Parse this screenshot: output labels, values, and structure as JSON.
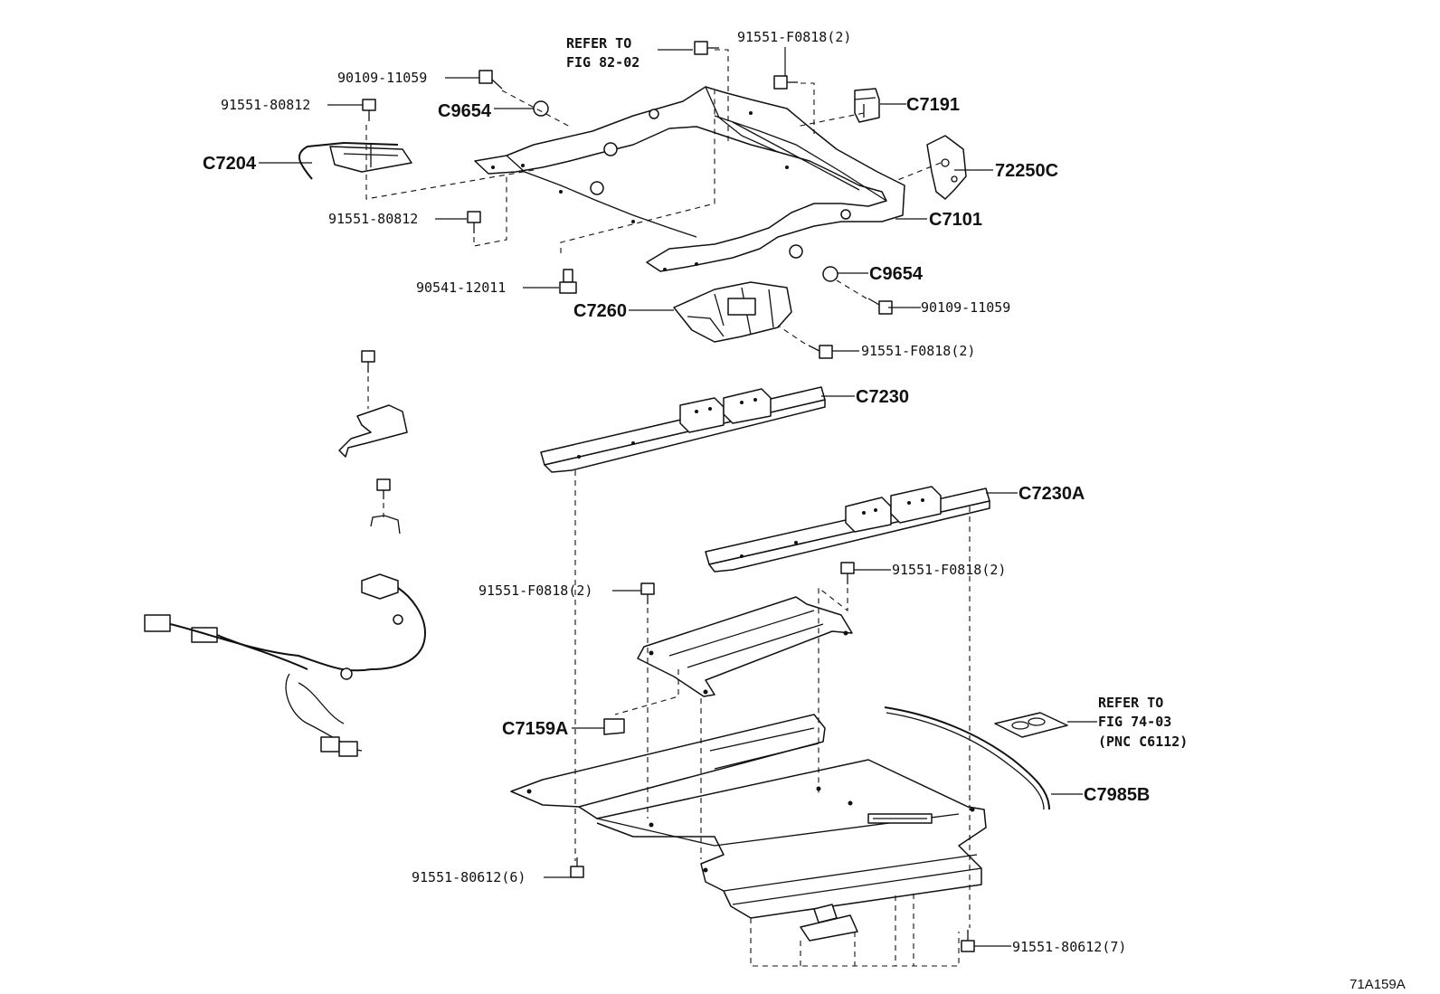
{
  "figure_id": "71A159A",
  "labels": {
    "p_91551_F0818_top": "91551-F0818(2)",
    "ref_fig_82_line1": "REFER TO",
    "ref_fig_82_line2": "FIG 82-02",
    "p_90109_11059_top": "90109-11059",
    "p_91551_80812_top": "91551-80812",
    "c_C9654_top": "C9654",
    "c_C7191": "C7191",
    "c_C7204": "C7204",
    "c_72250C": "72250C",
    "p_91551_80812_mid": "91551-80812",
    "c_C7101": "C7101",
    "c_C9654_mid": "C9654",
    "p_90541_12011": "90541-12011",
    "p_90109_11059_mid": "90109-11059",
    "c_C7260": "C7260",
    "p_91551_F0818_mid": "91551-F0818(2)",
    "c_C7230": "C7230",
    "c_C7230A": "C7230A",
    "p_91551_F0818_left": "91551-F0818(2)",
    "p_91551_F0818_right": "91551-F0818(2)",
    "ref_fig_74_line1": "REFER TO",
    "ref_fig_74_line2": "FIG 74-03",
    "ref_fig_74_line3": "(PNC C6112)",
    "c_C7159A": "C7159A",
    "c_C7985B": "C7985B",
    "p_91551_80612_6": "91551-80612(6)",
    "p_91551_80612_7": "91551-80612(7)"
  }
}
